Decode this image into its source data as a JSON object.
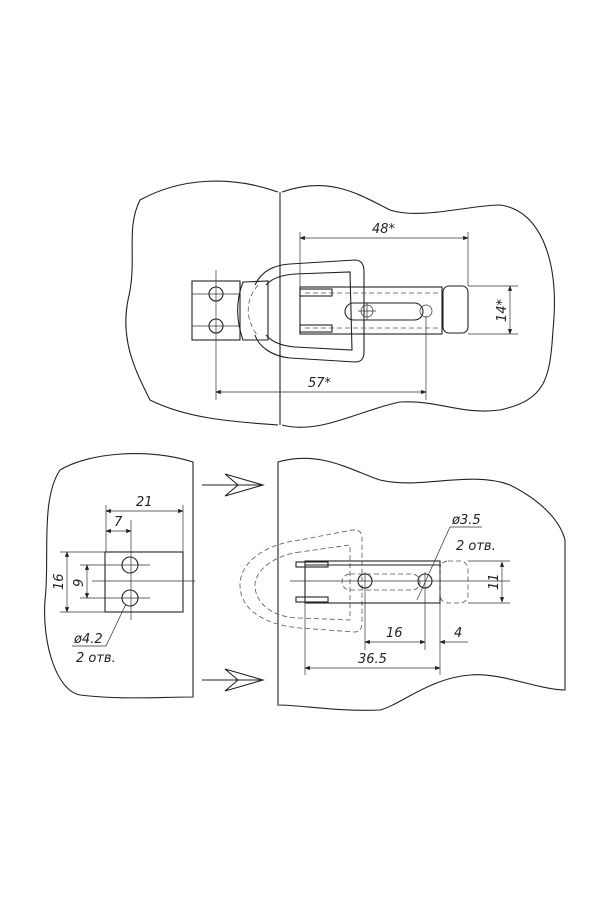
{
  "top_view": {
    "dim_length_48": "48*",
    "dim_length_57": "57*",
    "dim_width_14": "14*"
  },
  "bottom_left": {
    "dim_21": "21",
    "dim_7": "7",
    "dim_16": "16",
    "dim_9": "9",
    "hole_diameter": "ø4.2",
    "hole_count": "2 отв."
  },
  "bottom_right": {
    "hole_diameter": "ø3.5",
    "hole_count": "2 отв.",
    "dim_11": "11",
    "dim_16": "16",
    "dim_4": "4",
    "dim_36_5": "36.5"
  }
}
